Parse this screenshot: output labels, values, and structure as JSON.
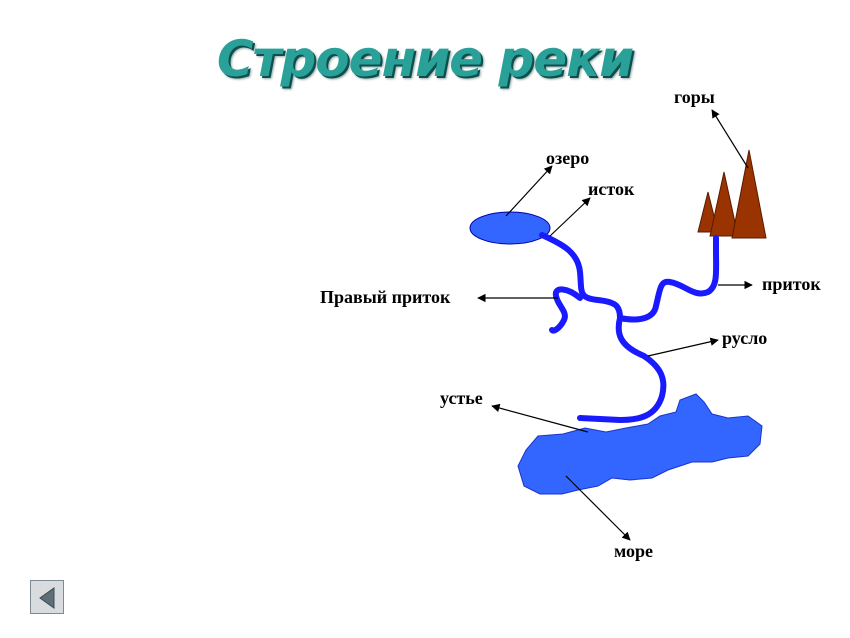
{
  "title": "Строение реки",
  "labels": {
    "mountains": "горы",
    "lake": "озеро",
    "source": "исток",
    "right_tributary": "Правый приток",
    "tributary": "приток",
    "riverbed": "русло",
    "mouth": "устье",
    "sea": "море"
  },
  "colors": {
    "water": "#3366ff",
    "river": "#1a1aff",
    "mountains": "#993300",
    "title": "#2aa198",
    "nav_button": "#d9dcdf"
  },
  "nav": {
    "back_icon": "triangle-left-icon"
  }
}
